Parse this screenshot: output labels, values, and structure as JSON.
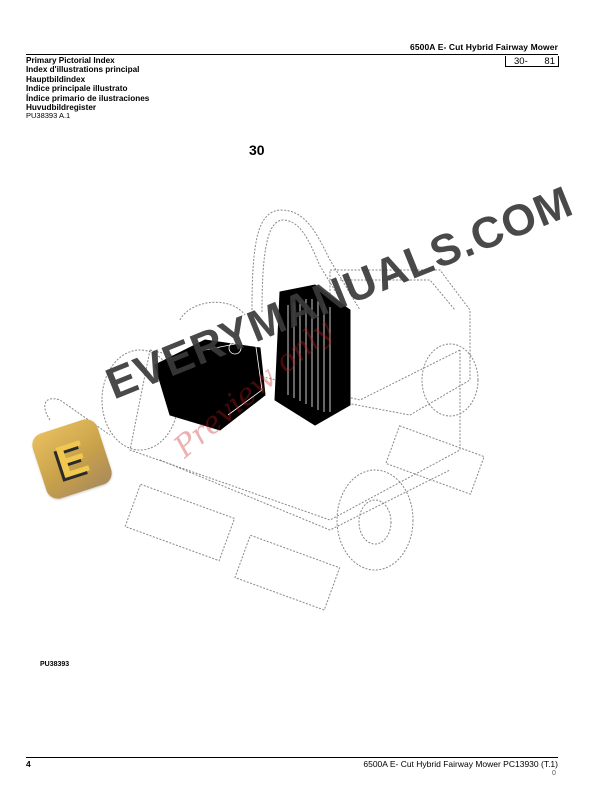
{
  "header": {
    "title": "6500A E- Cut Hybrid Fairway Mower",
    "page_ref": {
      "section": "30-",
      "page": "81"
    }
  },
  "index_titles": [
    "Primary Pictorial Index",
    "Index d'illustrations principal",
    "Hauptbildindex",
    "Indice principale illustrato",
    "Índice primario de ilustraciones",
    "Huvudbildregister"
  ],
  "reference": "PU38393 A.1",
  "section_number": "30",
  "illustration": {
    "description": "Exploded isometric line drawing of fairway mower with highlighted (black) battery/controller housing",
    "figure_id": "PU38393"
  },
  "watermark": {
    "text": "EVERYMANUALS.COM",
    "overlay_text": "Preview only",
    "logo_letter": "E",
    "logo_color": "#d4a94f"
  },
  "footer": {
    "page_number": "4",
    "text": "6500A E- Cut Hybrid Fairway Mower   PC13930   (T.1)",
    "small_mark": "0"
  }
}
